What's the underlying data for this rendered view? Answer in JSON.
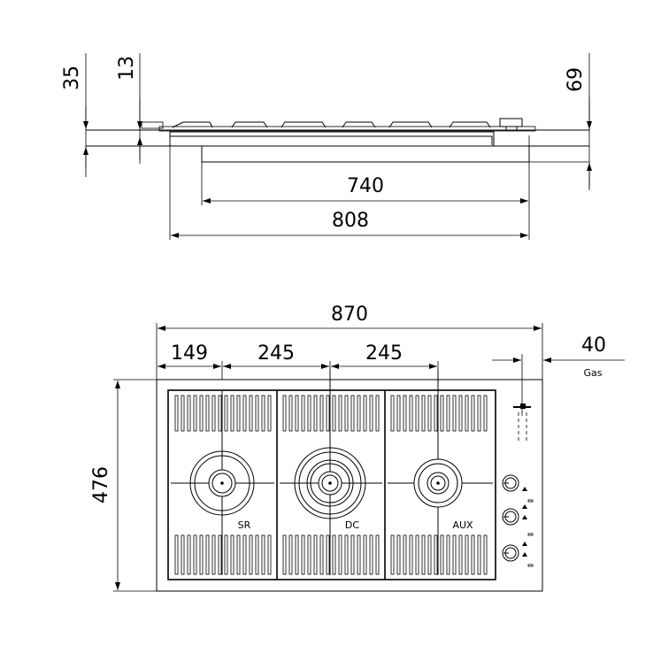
{
  "side_view": {
    "dimensions": {
      "height_35": "35",
      "height_13": "13",
      "height_69": "69",
      "width_740": "740",
      "width_808": "808"
    }
  },
  "top_view": {
    "dimensions": {
      "overall_width": "870",
      "burner_offset": "149",
      "burner_pitch_1": "245",
      "burner_pitch_2": "245",
      "gas_offset": "40",
      "depth": "476"
    },
    "gas_label": "Gas",
    "burners": [
      {
        "label": "SR"
      },
      {
        "label": "DC"
      },
      {
        "label": "AUX"
      }
    ],
    "knob_count": 3
  }
}
